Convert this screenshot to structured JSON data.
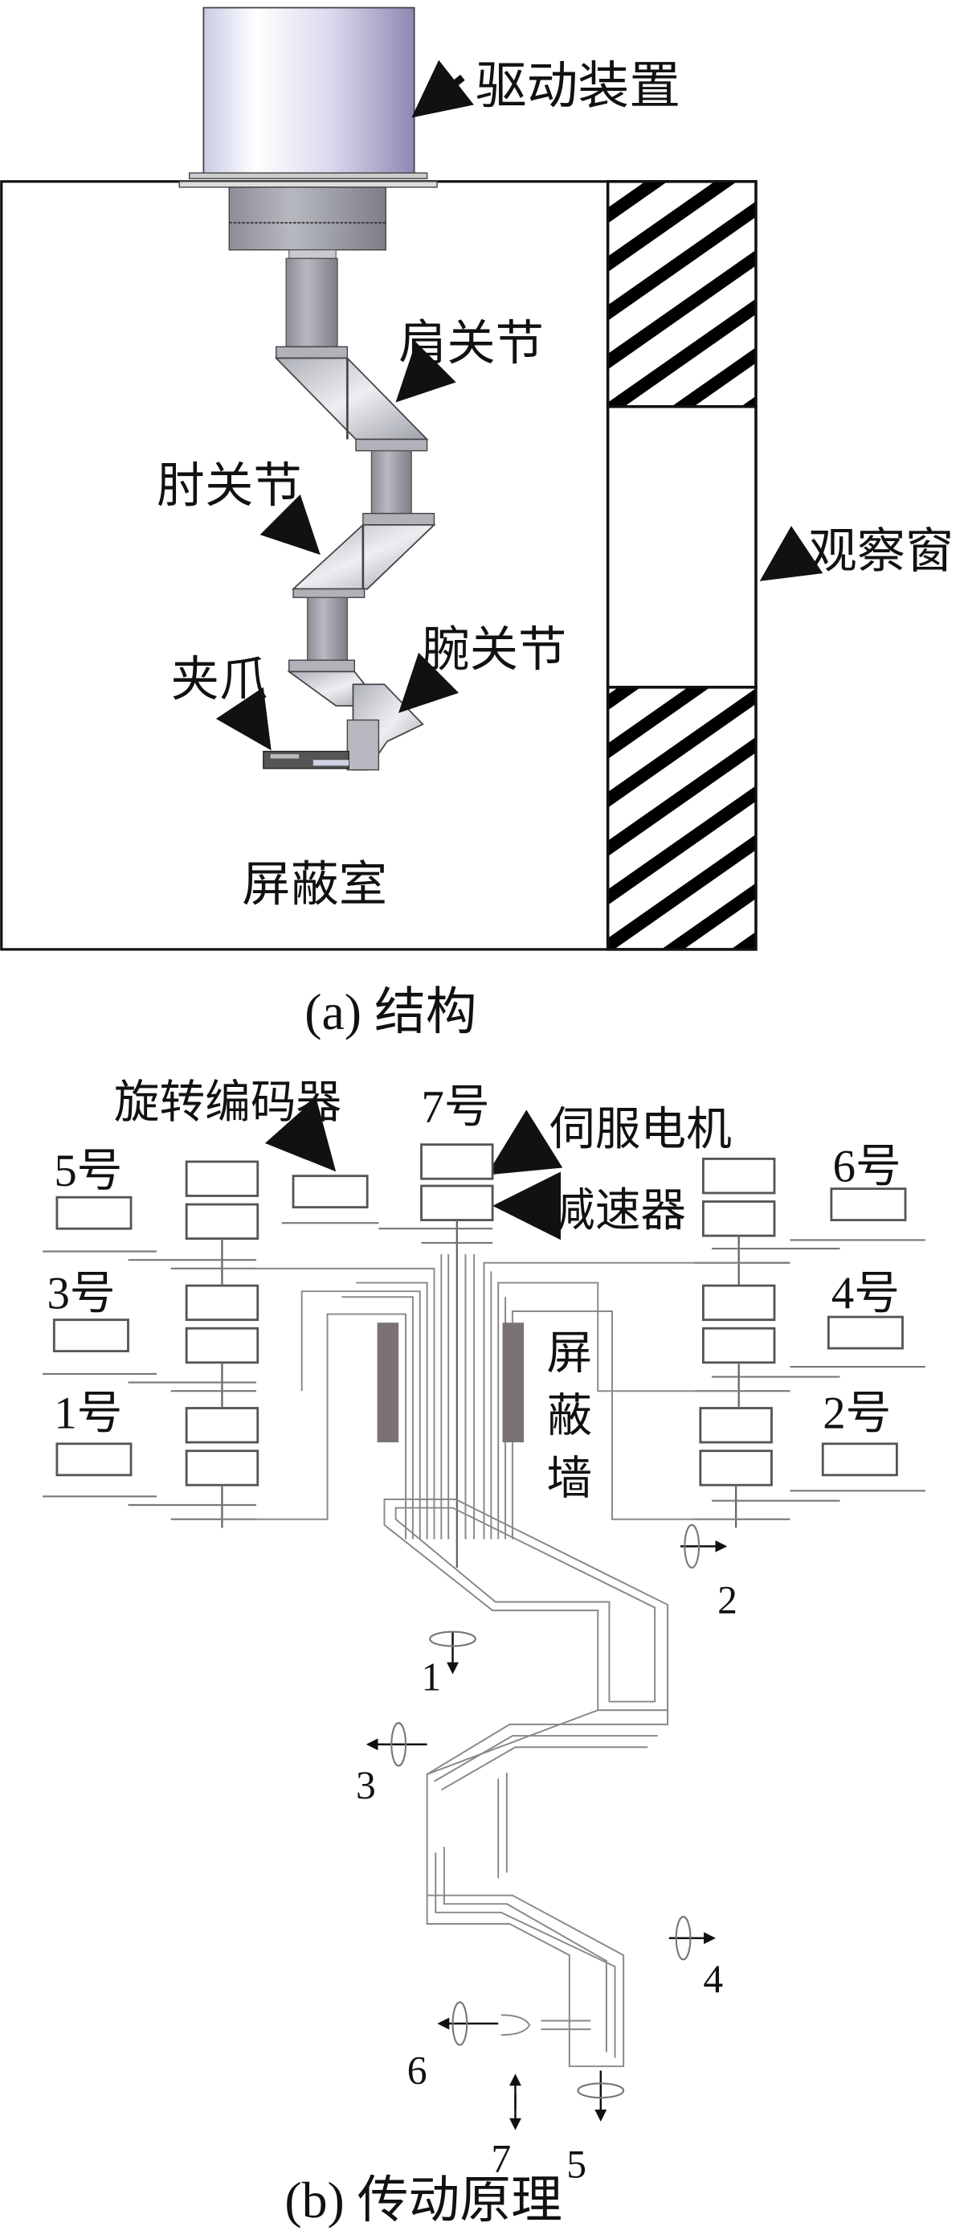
{
  "figure": {
    "part_a": {
      "caption": "(a)  结构",
      "labels": {
        "drive": "驱动装置",
        "shoulder": "肩关节",
        "elbow": "肘关节",
        "wrist": "腕关节",
        "gripper": "夹爪",
        "room": "屏蔽室",
        "window": "观察窗"
      }
    },
    "part_b": {
      "caption": "(b)  传动原理",
      "labels": {
        "encoder": "旋转编码器",
        "servo": "伺服电机",
        "reducer": "减速器",
        "wall": [
          "屏",
          "蔽",
          "墙"
        ]
      },
      "units": [
        "1号",
        "2号",
        "3号",
        "4号",
        "5号",
        "6号",
        "7号"
      ],
      "joint_numbers": [
        "1",
        "2",
        "3",
        "4",
        "5",
        "6",
        "7"
      ]
    }
  }
}
